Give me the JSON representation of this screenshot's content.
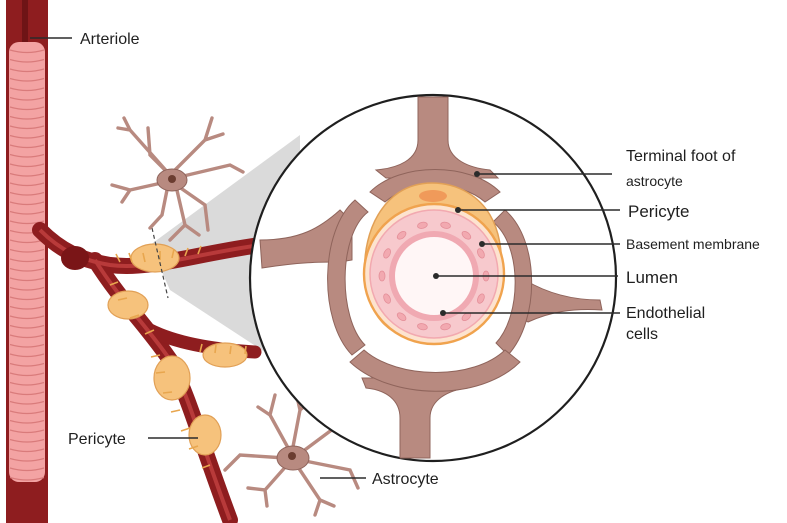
{
  "diagram": {
    "labels": {
      "arteriole": "Arteriole",
      "terminal_foot_line1": "Terminal foot of",
      "terminal_foot_line2": "astrocyte",
      "pericyte_inset": "Pericyte",
      "basement_membrane": "Basement membrane",
      "lumen": "Lumen",
      "endothelial_line1": "Endothelial",
      "endothelial_line2": "cells",
      "pericyte_left": "Pericyte",
      "astrocyte": "Astrocyte"
    },
    "colors": {
      "vessel_dark": "#8e1d1f",
      "arteriole_light": "#f3a3a3",
      "arteriole_line": "#d97b7b",
      "pericyte_fill": "#f6c27c",
      "pericyte_stroke": "#e1a056",
      "astrocyte_fill": "#b88a80",
      "astrocyte_stroke": "#8f645b",
      "lumen_pink": "#f7c9cd",
      "endothelial_pink": "#f2a9b0",
      "inset_shadow": "#d5d5d5"
    }
  }
}
